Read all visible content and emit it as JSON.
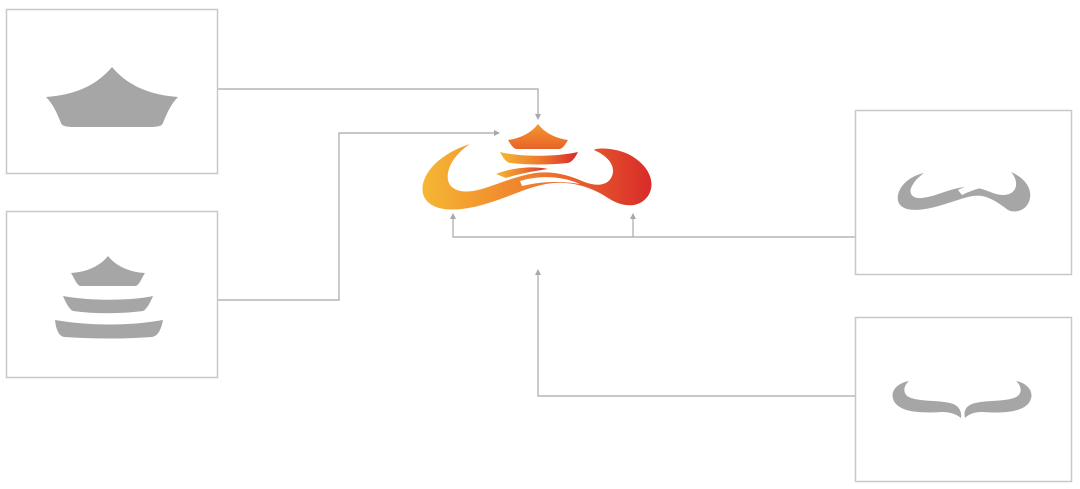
{
  "diagram": {
    "colors": {
      "frame": "#c8c8c8",
      "connector": "#a8a8a8",
      "shape_gray": "#a6a6a6",
      "logo_gradient_start": "#f5b733",
      "logo_gradient_mid": "#ef7b2c",
      "logo_gradient_end": "#d92b2b"
    },
    "components": [
      {
        "name": "roof-top",
        "icon": "pagoda-roof-icon"
      },
      {
        "name": "stacked-roofs",
        "icon": "stacked-roofs-icon"
      },
      {
        "name": "wave-swoosh",
        "icon": "wave-swoosh-icon"
      },
      {
        "name": "curl-pair",
        "icon": "curl-pair-icon"
      }
    ],
    "result": {
      "icon": "combined-emblem-icon"
    }
  }
}
